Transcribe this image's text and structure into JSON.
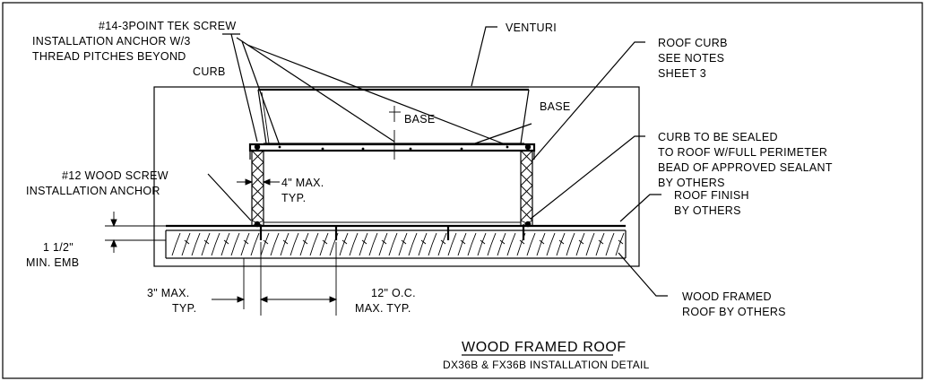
{
  "callouts": {
    "tek_screw": [
      "#14-3POINT TEK SCREW",
      "INSTALLATION ANCHOR W/3",
      "THREAD PITCHES BEYOND",
      "CURB"
    ],
    "venturi": "VENTURI",
    "roof_curb": [
      "ROOF CURB",
      "SEE NOTES",
      "SHEET 3"
    ],
    "base": "BASE",
    "centerline_base": "BASE",
    "curb_sealed": [
      "CURB TO BE SEALED",
      "TO ROOF W/FULL PERIMETER",
      "BEAD OF APPROVED SEALANT",
      "BY OTHERS"
    ],
    "wood_screw": [
      "#12 WOOD SCREW",
      "INSTALLATION ANCHOR"
    ],
    "max_4": [
      "4\" MAX.",
      "TYP."
    ],
    "roof_finish": [
      "ROOF FINISH",
      "BY OTHERS"
    ],
    "min_emb": [
      "1 1/2\"",
      "MIN. EMB"
    ],
    "max_3": [
      "3\" MAX.",
      "TYP."
    ],
    "oc_12": [
      "12\" O.C.",
      "MAX. TYP."
    ],
    "wood_framed": [
      "WOOD FRAMED",
      "ROOF BY OTHERS"
    ]
  },
  "title": {
    "main": "WOOD FRAMED ROOF",
    "sub": "DX36B & FX36B INSTALLATION DETAIL"
  }
}
